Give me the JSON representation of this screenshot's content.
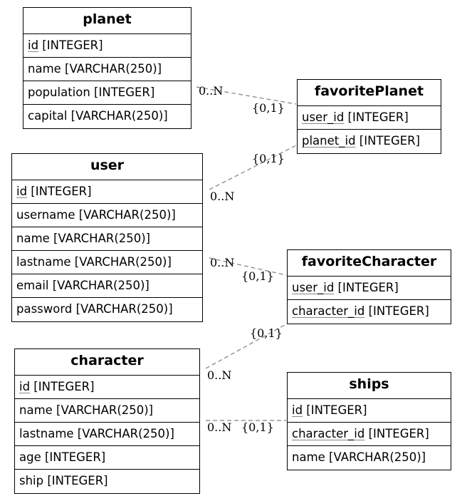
{
  "entities": {
    "planet": {
      "title": "planet",
      "rows": [
        {
          "pk": "id",
          "rest": " [INTEGER]"
        },
        {
          "pk": "",
          "rest": "name [VARCHAR(250)]"
        },
        {
          "pk": "",
          "rest": "population [INTEGER]"
        },
        {
          "pk": "",
          "rest": "capital [VARCHAR(250)]"
        }
      ]
    },
    "favoritePlanet": {
      "title": "favoritePlanet",
      "rows": [
        {
          "pk": "user_id",
          "rest": " [INTEGER]"
        },
        {
          "pk": "planet_id",
          "rest": " [INTEGER]"
        }
      ]
    },
    "user": {
      "title": "user",
      "rows": [
        {
          "pk": "id",
          "rest": " [INTEGER]"
        },
        {
          "pk": "",
          "rest": "username [VARCHAR(250)]"
        },
        {
          "pk": "",
          "rest": "name [VARCHAR(250)]"
        },
        {
          "pk": "",
          "rest": "lastname [VARCHAR(250)]"
        },
        {
          "pk": "",
          "rest": "email [VARCHAR(250)]"
        },
        {
          "pk": "",
          "rest": "password [VARCHAR(250)]"
        }
      ]
    },
    "favoriteCharacter": {
      "title": "favoriteCharacter",
      "rows": [
        {
          "pk": "user_id",
          "rest": " [INTEGER]"
        },
        {
          "pk": "character_id",
          "rest": " [INTEGER]"
        }
      ]
    },
    "character": {
      "title": "character",
      "rows": [
        {
          "pk": "id",
          "rest": " [INTEGER]"
        },
        {
          "pk": "",
          "rest": "name [VARCHAR(250)]"
        },
        {
          "pk": "",
          "rest": "lastname [VARCHAR(250)]"
        },
        {
          "pk": "",
          "rest": "age [INTEGER]"
        },
        {
          "pk": "",
          "rest": "ship [INTEGER]"
        }
      ]
    },
    "ships": {
      "title": "ships",
      "rows": [
        {
          "pk": "id",
          "rest": " [INTEGER]"
        },
        {
          "pk": "character_id",
          "rest": " [INTEGER]"
        },
        {
          "pk": "",
          "rest": "name [VARCHAR(250)]"
        }
      ]
    }
  },
  "cardinalities": {
    "planet_many": "0..N",
    "favplanet_one_a": "{0,1}",
    "favplanet_one_b": "{0,1}",
    "user_many_a": "0..N",
    "user_many_b": "0..N",
    "favchar_one_a": "{0,1}",
    "favchar_one_b": "{0,1}",
    "character_many_a": "0..N",
    "character_many_b": "0..N",
    "ships_one": "{0,1}"
  },
  "colors": {
    "border": "#000000",
    "connector": "#808080",
    "background": "#ffffff"
  }
}
